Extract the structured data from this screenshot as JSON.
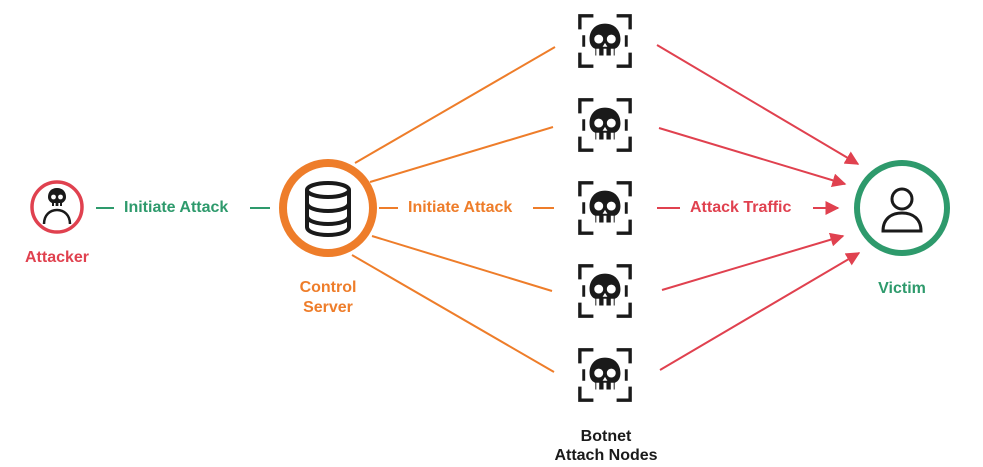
{
  "colors": {
    "green": "#2e9a6c",
    "orange": "#ee7d2a",
    "red": "#e0414f",
    "dark": "#1a1a1a"
  },
  "attacker": {
    "label": "Attacker",
    "icon": "skull-person-icon"
  },
  "control_server": {
    "label_line1": "Control",
    "label_line2": "Server",
    "icon": "database-icon"
  },
  "victim": {
    "label": "Victim",
    "icon": "person-icon"
  },
  "botnet": {
    "label_line1": "Botnet",
    "label_line2": "Attach Nodes",
    "node_icon": "skull-bracket-icon",
    "node_count": 5
  },
  "flows": {
    "attacker_to_server": "Initiate Attack",
    "server_to_nodes": "Initiate Attack",
    "nodes_to_victim": "Attack Traffic"
  }
}
